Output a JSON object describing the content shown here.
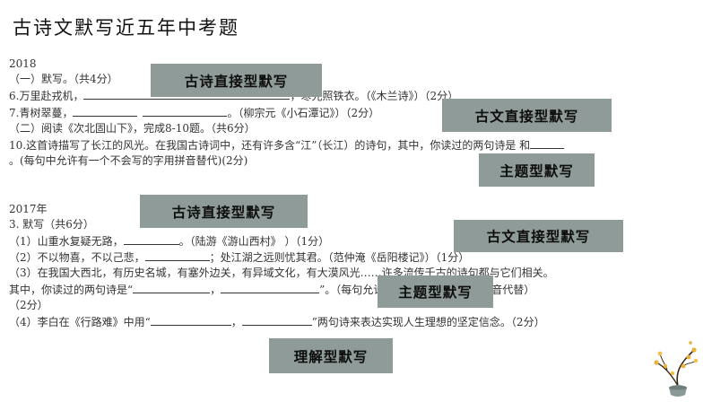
{
  "page": {
    "title": "古诗文默写近五年中考题"
  },
  "y2018": {
    "year": "2018",
    "l1": "（一）默写。（共4分）",
    "l2a": "6.万里赴戎机，",
    "l2b": "，寒光照铁衣。（《木兰诗》）（2分）",
    "l3a": "7.青树翠蔓，",
    "l3b": "。（柳宗元《小石潭记》）（2分）",
    "l4": "（二）阅读《次北固山下》，完成8-10题。（共6分）",
    "l5": "10.这首诗描写了长江的风光。在我国古诗词中，还有许多含“江”（长江）的诗句，其中，你读过的两句诗是 和",
    "l6": "。(每句中允许有一个不会写的字用拼音替代)(2分)"
  },
  "y2017": {
    "year": "2017年",
    "l1": "3. 默写（共6分）",
    "l2a": "（1）山重水复疑无路，",
    "l2b": "。（陆游《游山西村》 ）（1分）",
    "l3a": "（2）不以物喜，不以己悲，",
    "l3b": "；处江湖之远则忧其君。（范仲淹《岳阳楼记》）（1分）",
    "l4": "（3）在我国大西北，有历史名城，有塞外边关，有异域文化，有大漠风光……许多流传千古的诗句都与它们相关。",
    "l5a": "其中，你读过的两句诗是“",
    "l5b": "，",
    "l5c": "”。（每句允许有一个不会写的字用拼音代替）",
    "l6": "（2分）",
    "l7a": "（4）李白在《行路难》中用“",
    "l7b": "，",
    "l7c": "”两句诗来表达实现人生理想的坚定信念。（2分）"
  },
  "tags": {
    "t1": "古诗直接型默写",
    "t2": "古文直接型默写",
    "t3": "主题型默写",
    "t4": "古诗直接型默写",
    "t5": "古文直接型默写",
    "t6": "主题型默写",
    "t7": "理解型默写"
  },
  "colors": {
    "tag_bg": "#8e9b98",
    "text": "#333333"
  },
  "icons": {
    "decoration": "plum-blossom-vase-icon"
  }
}
